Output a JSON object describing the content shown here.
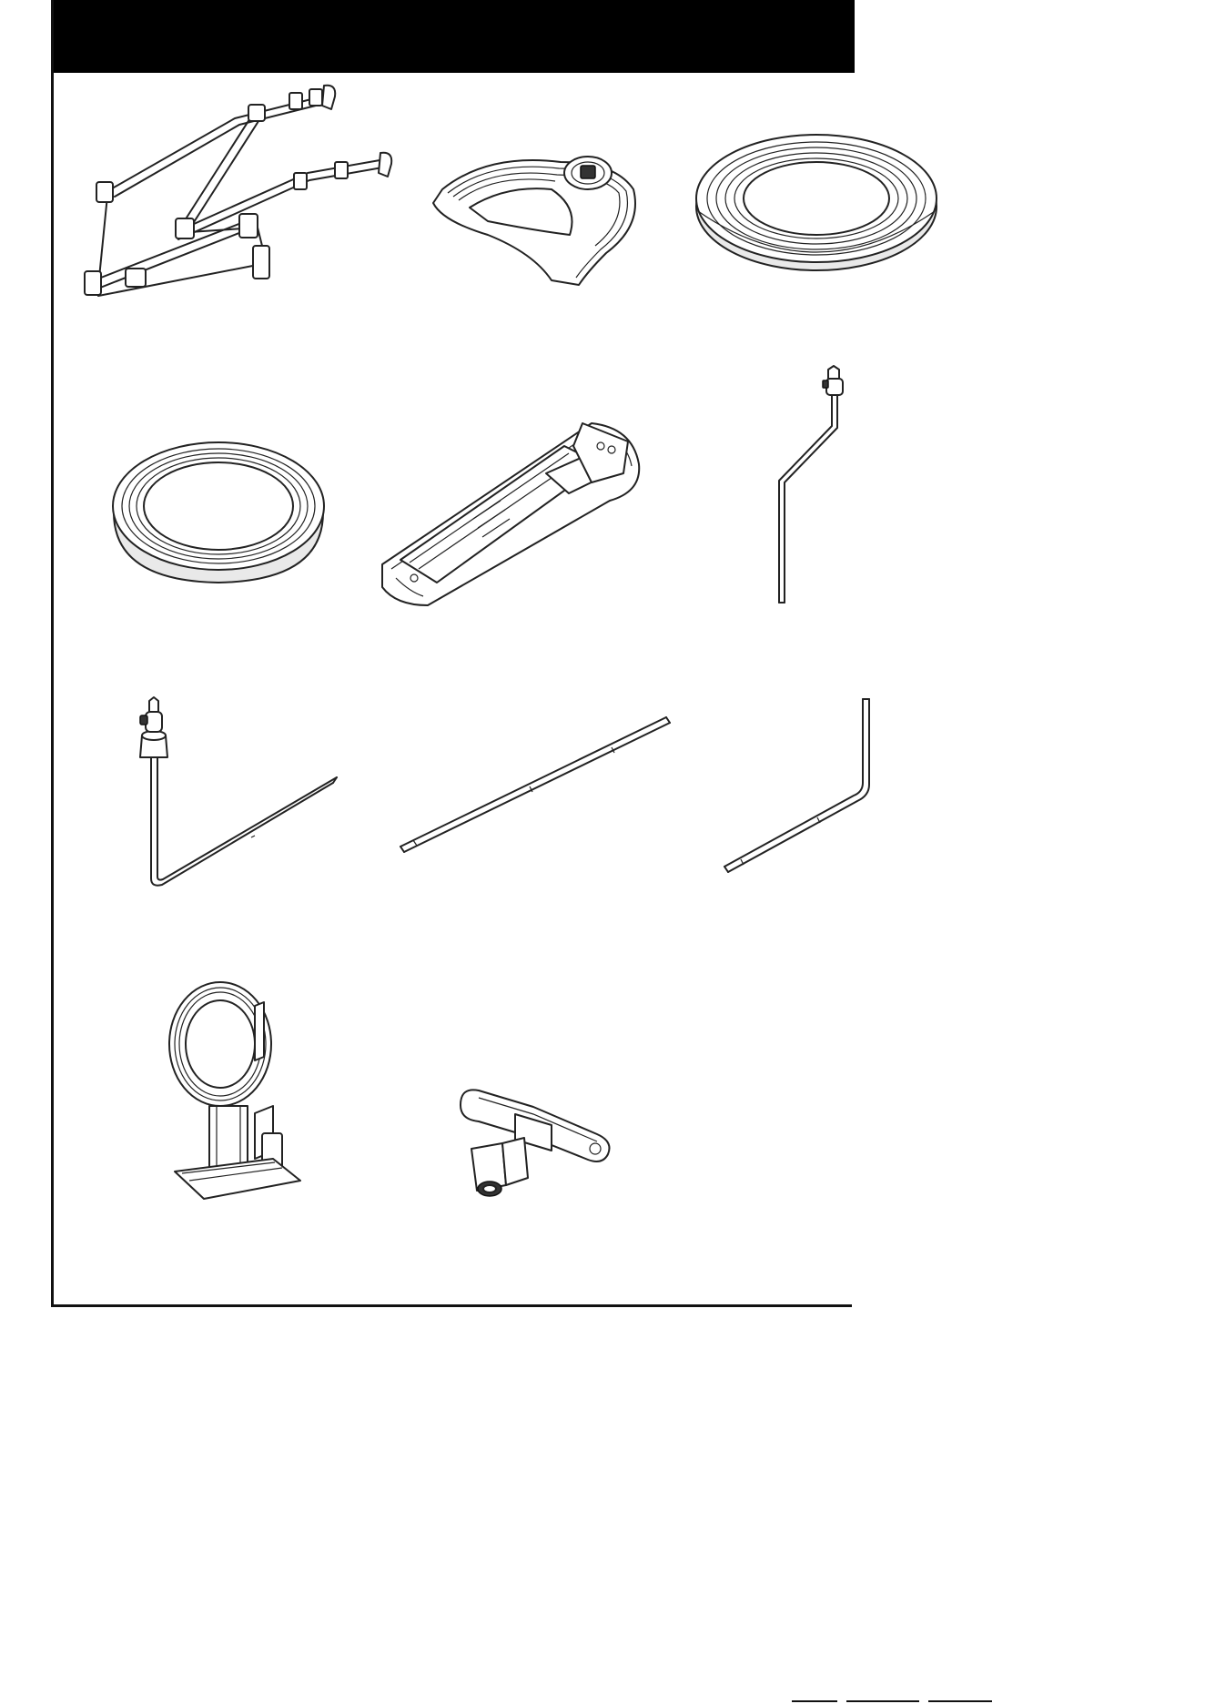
{
  "page": {
    "header_bar_color": "#000000",
    "frame_color": "#111111"
  },
  "parts": [
    {
      "id": "drum-rack-frame",
      "icon": "rack-frame-icon"
    },
    {
      "id": "rack-base-foot",
      "icon": "base-foot-icon"
    },
    {
      "id": "cymbal-pad-large",
      "icon": "cymbal-pad-icon"
    },
    {
      "id": "drum-pad-round",
      "icon": "drum-pad-icon"
    },
    {
      "id": "hi-hat-pedal",
      "icon": "pedal-icon"
    },
    {
      "id": "cymbal-arm-offset",
      "icon": "cymbal-arm-icon"
    },
    {
      "id": "l-shaped-tom-arm",
      "icon": "tom-arm-icon"
    },
    {
      "id": "straight-rod",
      "icon": "rod-icon"
    },
    {
      "id": "l-shaped-rod",
      "icon": "bent-rod-icon"
    },
    {
      "id": "kick-pad-tower",
      "icon": "kick-pad-icon"
    },
    {
      "id": "drum-key",
      "icon": "drum-key-icon"
    }
  ]
}
